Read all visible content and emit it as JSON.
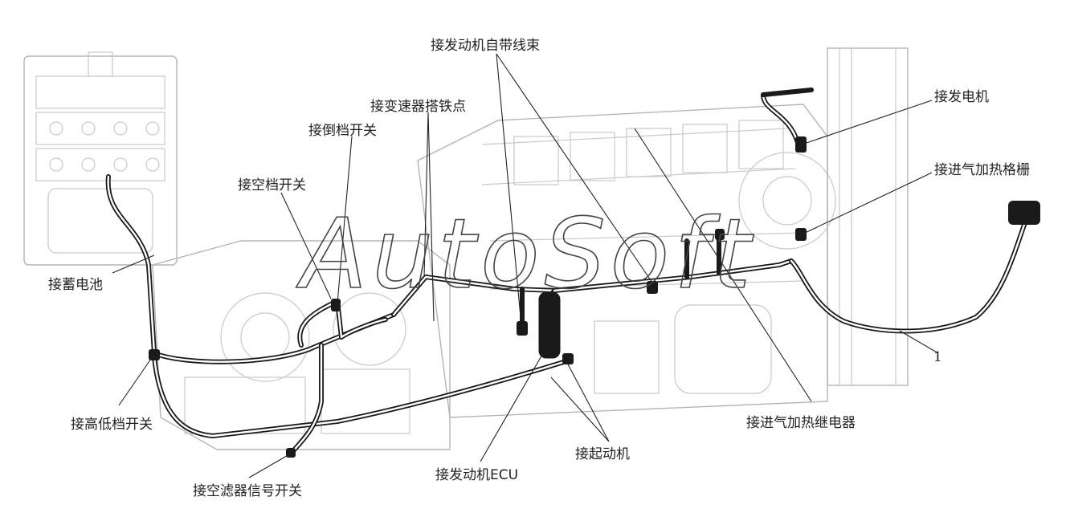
{
  "labels": {
    "engine_harness": "接发动机自带线束",
    "gearbox_ground": "接变速器搭铁点",
    "reverse_switch": "接倒档开关",
    "neutral_switch": "接空档开关",
    "battery": "接蓄电池",
    "hi_lo_switch": "接高低档开关",
    "air_filter_switch": "接空滤器信号开关",
    "engine_ecu": "接发动机ECU",
    "starter": "接起动机",
    "intake_relay": "接进气加热继电器",
    "generator": "接发电机",
    "intake_grid": "接进气加热格栅",
    "part_number": "1"
  },
  "watermark": "AutoSoft",
  "colors": {
    "line": "#222222",
    "harness": "#1a1a1a",
    "engine_outline": "#c9c9c9"
  }
}
